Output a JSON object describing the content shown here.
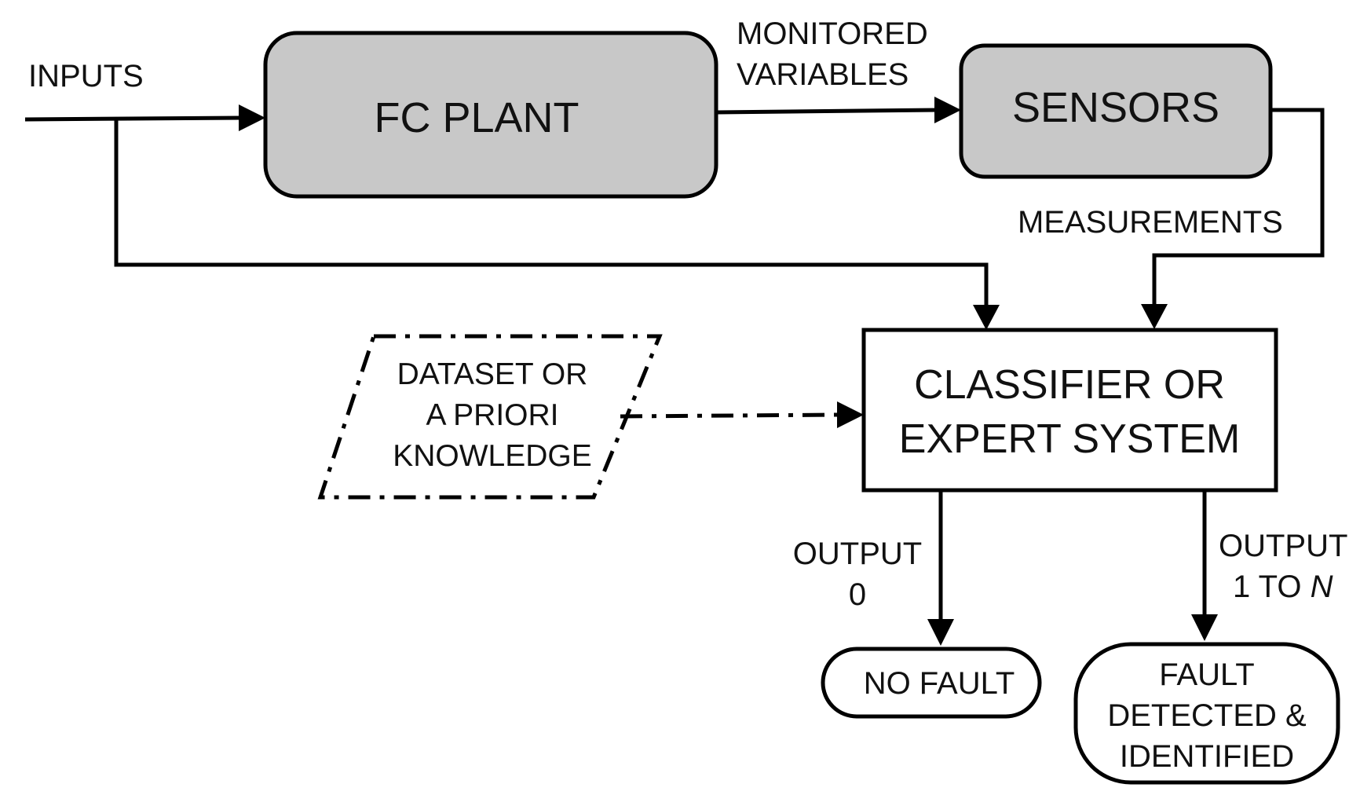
{
  "nodes": {
    "fc_plant": {
      "label": "FC PLANT"
    },
    "sensors": {
      "label": "SENSORS"
    },
    "classifier": {
      "lines": [
        "CLASSIFIER OR",
        "EXPERT SYSTEM"
      ]
    },
    "dataset": {
      "lines": [
        "DATASET OR",
        "A PRIORI",
        "KNOWLEDGE"
      ]
    },
    "no_fault": {
      "label": "NO FAULT"
    },
    "fault": {
      "lines": [
        "FAULT",
        "DETECTED &",
        "IDENTIFIED"
      ]
    }
  },
  "edges": {
    "inputs": {
      "label": "INPUTS"
    },
    "monitored": {
      "lines": [
        "MONITORED",
        "VARIABLES"
      ]
    },
    "measurements": {
      "label": "MEASUREMENTS"
    },
    "output0": {
      "lines": [
        "OUTPUT",
        "0"
      ]
    },
    "output1": {
      "line1": "OUTPUT",
      "line2_prefix": "1 TO ",
      "line2_var": "N"
    }
  },
  "colors": {
    "process_fill": "#c8c8c8",
    "stroke": "#000000",
    "background": "#ffffff"
  }
}
